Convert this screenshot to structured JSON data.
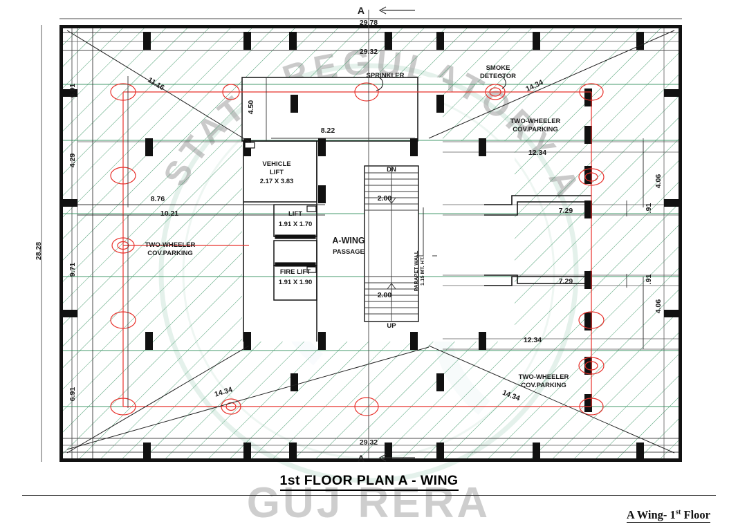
{
  "drawing": {
    "title": "1st FLOOR PLAN  A - WING",
    "caption_main": "A Wing- 1",
    "caption_sup": "st",
    "caption_tail": " Floor",
    "section_mark_top": "A",
    "section_mark_bottom": "A"
  },
  "watermark": {
    "arc_text": "STATE REGULATORY AUTHORITY",
    "bottom_text": "GUJ RERA"
  },
  "colors": {
    "wall": "#111111",
    "hatch_green": "#2f8f5b",
    "service_red": "#e8302a",
    "thin_line": "#4a4a4a",
    "text": "#1a1a1a",
    "watermark": "#cfe3d8"
  },
  "rooms": [
    {
      "name": "VEHICLE LIFT",
      "line1": "VEHICLE",
      "line2": "LIFT",
      "size": "2.17 X 3.83"
    },
    {
      "name": "LIFT",
      "line1": "LIFT",
      "line2": "",
      "size": "1.91 X 1.70"
    },
    {
      "name": "FIRE LIFT",
      "line1": "FIRE LIFT",
      "line2": "",
      "size": "1.91 X 1.90"
    },
    {
      "name": "A-WING PASSAGE",
      "line1": "A-WING",
      "line2": "PASSAGE",
      "size": ""
    }
  ],
  "parking_labels": [
    {
      "id": "top-right",
      "line1": "TWO-WHEELER",
      "line2": "COV.PARKING"
    },
    {
      "id": "mid-left",
      "line1": "TWO-WHEELER",
      "line2": "COV.PARKING"
    },
    {
      "id": "bottom-right",
      "line1": "TWO-WHEELER",
      "line2": "COV.PARKING"
    }
  ],
  "annotations": {
    "sprinkler": "SPRINKLER",
    "smoke_detector_l1": "SMOKE",
    "smoke_detector_l2": "DETECTOR",
    "parapet_l1": "PARAPET WALL",
    "parapet_l2": "1.15 MT. HT."
  },
  "stair": {
    "down_label": "DN",
    "up_label": "UP",
    "dim_upper": "2.00",
    "dim_lower": "2.00"
  },
  "dimensions": {
    "top_outer": "29.78",
    "top_inner": "29.32",
    "bottom_inner": "29.32",
    "left_overall": "28.28",
    "left_a": "6.91",
    "left_b": "4.29",
    "left_c": "9.71",
    "left_d": "6.91",
    "inner_8_76": "8.76",
    "inner_10_21": "10.21",
    "inner_8_22": "8.22",
    "inner_4_50": "4.50",
    "diag_11_16": "11.16",
    "diag_14_34_tr": "14.34",
    "diag_14_34_bl": "14.34",
    "diag_14_34_br": "14.34",
    "right_12_34_top": "12.34",
    "right_7_29_top": "7.29",
    "right_7_29_bot": "7.29",
    "right_12_34_bot": "12.34",
    "right_4_06_top": "4.06",
    "right_91_top": ".91",
    "right_91_bot": ".91",
    "right_4_06_bot": "4.06"
  }
}
